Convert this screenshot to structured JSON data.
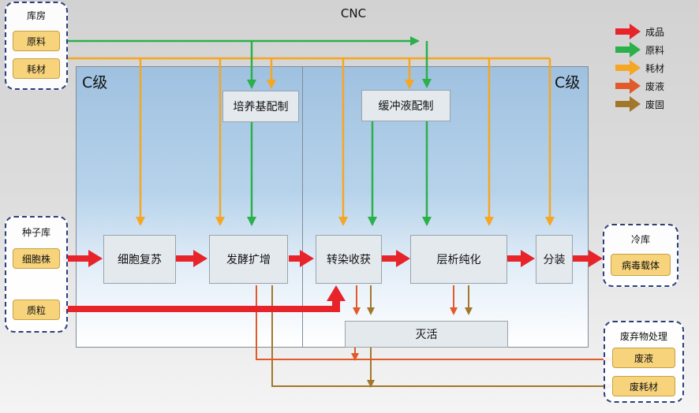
{
  "title": "CNC",
  "zones": {
    "left_label": "C级",
    "right_label": "C级"
  },
  "processes": {
    "culture_medium": "培养基配制",
    "buffer": "缓冲液配制",
    "cell_recovery": "细胞复苏",
    "fermentation": "发酵扩增",
    "transfection": "转染收获",
    "chromatography": "层析纯化",
    "filling": "分装",
    "inactivation": "灭活"
  },
  "groups": {
    "warehouse": {
      "title": "库房",
      "items": [
        "原料",
        "耗材"
      ]
    },
    "seed_bank": {
      "title": "种子库",
      "items": [
        "细胞株",
        "质粒"
      ]
    },
    "cold_storage": {
      "title": "冷库",
      "items": [
        "病毒载体"
      ]
    },
    "waste": {
      "title": "废弃物处理",
      "items": [
        "废液",
        "废耗材"
      ]
    }
  },
  "legend": [
    {
      "label": "成品",
      "color": "#e8242b"
    },
    {
      "label": "原料",
      "color": "#2bb04a"
    },
    {
      "label": "耗材",
      "color": "#f5a623"
    },
    {
      "label": "废液",
      "color": "#e05a2b"
    },
    {
      "label": "废固",
      "color": "#a3772b"
    }
  ]
}
